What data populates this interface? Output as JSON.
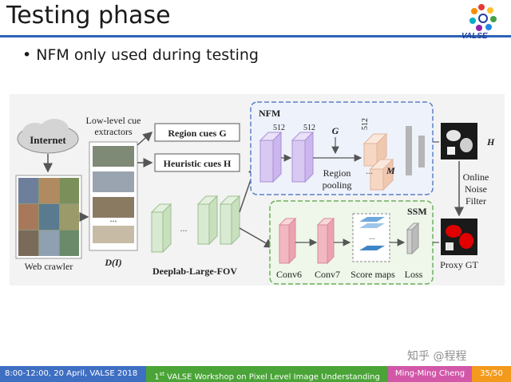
{
  "slide": {
    "title": "Testing phase",
    "bullet": "NFM only used during testing"
  },
  "logo": {
    "text": "VALSE"
  },
  "diagram": {
    "internet": "Internet",
    "low_level_cue": "Low-level cue",
    "extractors": "extractors",
    "region_cues": "Region cues G",
    "heuristic_cues": "Heuristic cues H",
    "web_crawler": "Web crawler",
    "d_i": "D(I)",
    "deeplab": "Deeplab-Large-FOV",
    "nfm": "NFM",
    "ch512_a": "512",
    "ch512_b": "512",
    "ch512_c": "512",
    "g": "G",
    "m": "M",
    "region": "Region",
    "pooling": "pooling",
    "ssm": "SSM",
    "conv6": "Conv6",
    "conv7": "Conv7",
    "score_maps": "Score maps",
    "loss": "Loss",
    "h": "H",
    "online": "Online",
    "noise": "Noise",
    "filter": "Filter",
    "proxy_gt": "Proxy GT",
    "ellipsis": "..."
  },
  "footer": {
    "time": "8:00-12:00, 20 April, VALSE 2018",
    "workshop_ordinal": "1",
    "workshop_sup": "st",
    "workshop_rest": " VALSE Workshop on Pixel Level Image Understanding",
    "presenter": "Ming-Ming Cheng",
    "page": "35/50"
  },
  "watermark": "知乎 @程程",
  "colors": {
    "title_rule": "#2e63b8",
    "nfm_border": "#5a7fc8",
    "ssm_border": "#6db05a",
    "purple_block": "#d9c9f2",
    "peach_block": "#f6d7c3",
    "pink_block": "#f2b8c2",
    "green_block": "#d9ead3"
  }
}
